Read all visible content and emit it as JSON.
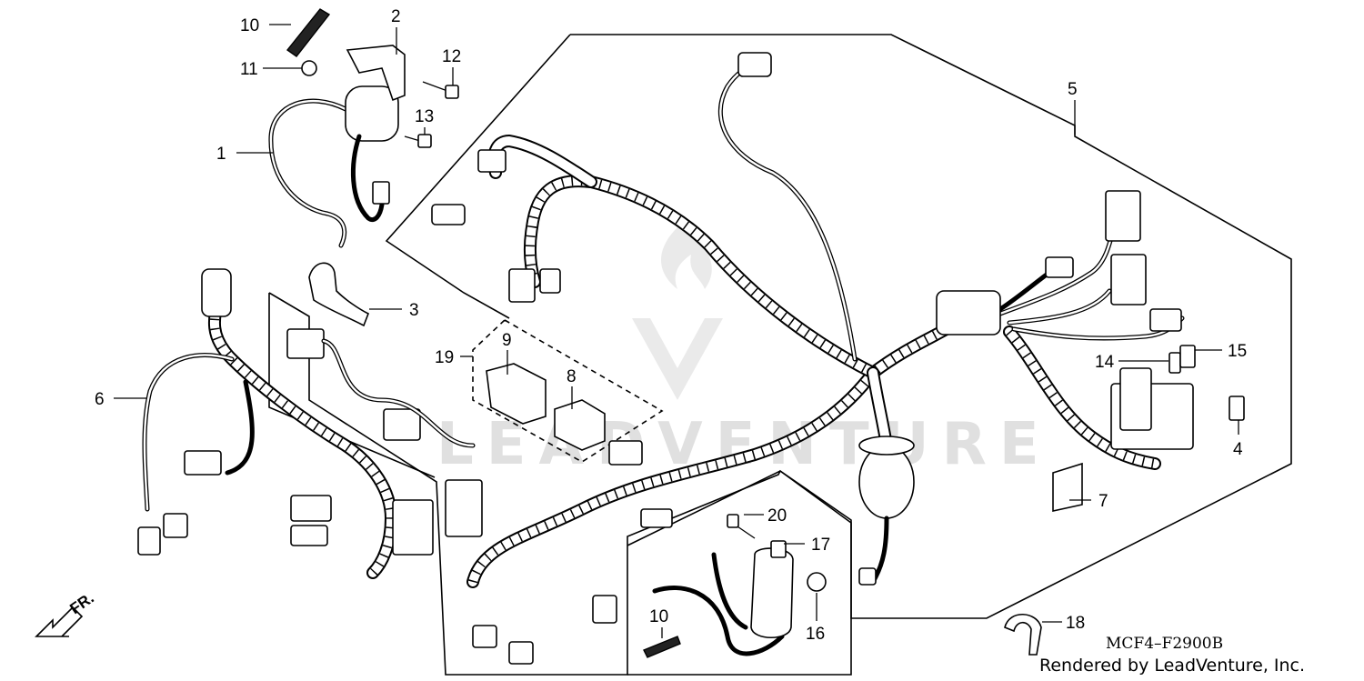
{
  "diagram_code": "MCF4–F2900B",
  "credit": "Rendered by LeadVenture, Inc.",
  "watermark_text": "LEADVENTURE",
  "direction_label": "FR.",
  "callouts": [
    {
      "id": "c1",
      "label": "1"
    },
    {
      "id": "c2",
      "label": "2"
    },
    {
      "id": "c3",
      "label": "3"
    },
    {
      "id": "c4",
      "label": "4"
    },
    {
      "id": "c5",
      "label": "5"
    },
    {
      "id": "c6",
      "label": "6"
    },
    {
      "id": "c7",
      "label": "7"
    },
    {
      "id": "c8",
      "label": "8"
    },
    {
      "id": "c9",
      "label": "9"
    },
    {
      "id": "c10a",
      "label": "10"
    },
    {
      "id": "c10b",
      "label": "10"
    },
    {
      "id": "c11",
      "label": "11"
    },
    {
      "id": "c12",
      "label": "12"
    },
    {
      "id": "c13",
      "label": "13"
    },
    {
      "id": "c14",
      "label": "14"
    },
    {
      "id": "c15",
      "label": "15"
    },
    {
      "id": "c16",
      "label": "16"
    },
    {
      "id": "c17",
      "label": "17"
    },
    {
      "id": "c18",
      "label": "18"
    },
    {
      "id": "c19",
      "label": "19"
    },
    {
      "id": "c20",
      "label": "20"
    }
  ]
}
